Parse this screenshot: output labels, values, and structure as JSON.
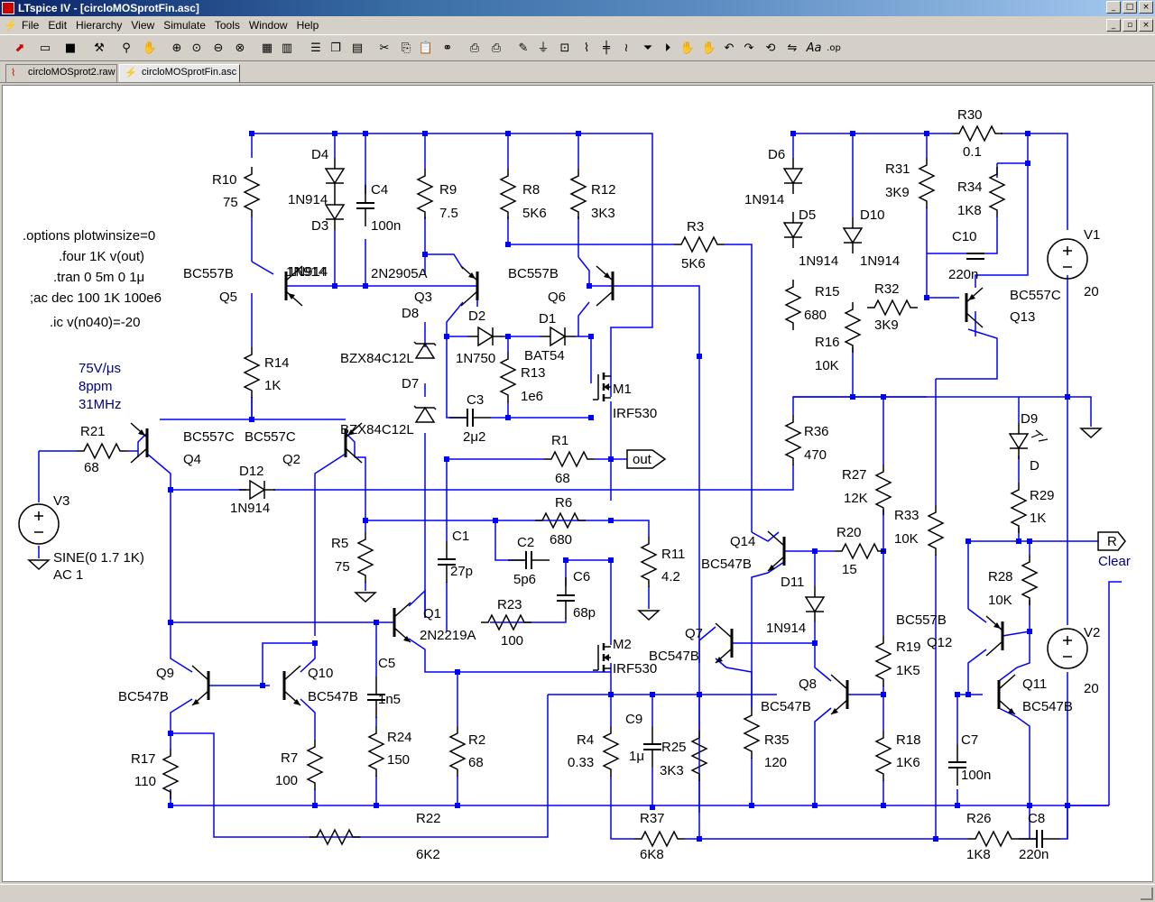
{
  "window": {
    "title": "LTspice IV - [circloMOSprotFin.asc]"
  },
  "menu": [
    "File",
    "Edit",
    "Hierarchy",
    "View",
    "Simulate",
    "Tools",
    "Window",
    "Help"
  ],
  "tabs": [
    {
      "label": "circloMOSprot2.raw",
      "icon": "waveform-icon"
    },
    {
      "label": "circloMOSprotFin.asc",
      "icon": "schematic-icon"
    }
  ],
  "colors": {
    "wire": "#0000ff",
    "component": "#000000",
    "junction": "#0000ff",
    "annotation": "#000080",
    "flag": "#000080"
  },
  "schematic": {
    "directives": [
      ".options plotwinsize=0",
      ".four 1K v(out)",
      ".tran 0 5m 0 1μ",
      ";ac dec 100 1K 100e6",
      ".ic v(n040)=-20"
    ],
    "notes": [
      "75V/μs",
      "8ppm",
      "31MHz"
    ],
    "flags": {
      "out": "out",
      "r": "R",
      "clear": "Clear"
    },
    "labels": {
      "R10": "R10",
      "R10v": "75",
      "D4": "D4",
      "D4v": "1N914",
      "D3": "D3",
      "D3v": "1N914",
      "C4": "C4",
      "C4v": "100n",
      "R9": "R9",
      "R9v": "7.5",
      "R8": "R8",
      "R8v": "5K6",
      "R12": "R12",
      "R12v": "3K3",
      "R3": "R3",
      "R3v": "5K6",
      "D6": "D6",
      "D6v": "1N914",
      "D5": "D5",
      "D5v": "1N914",
      "D10": "D10",
      "D10v": "1N914",
      "R30": "R30",
      "R30v": "0.1",
      "R31": "R31",
      "R31v": "3K9",
      "R34": "R34",
      "R34v": "1K8",
      "C10": "C10",
      "C10v": "220n",
      "V1": "V1",
      "V1v": "20",
      "Q5": "Q5",
      "Q5v": "BC557B",
      "Q3": "Q3",
      "Q3v": "2N2905A",
      "Q6": "Q6",
      "Q6v": "BC557B",
      "R15": "R15",
      "R15v": "680",
      "R32": "R32",
      "R32v": "3K9",
      "Q13": "Q13",
      "Q13v": "BC557C",
      "D8": "D8",
      "D8v": "BZX84C12L",
      "D2": "D2",
      "D2v": "1N750",
      "D1": "D1",
      "D1v": "BAT54",
      "R16": "R16",
      "R16v": "10K",
      "R14": "R14",
      "R14v": "1K",
      "R13": "R13",
      "R13v": "1e6",
      "M1": "M1",
      "M1v": "IRF530",
      "D7": "D7",
      "D7v": "BZX84C12L",
      "C3": "C3",
      "C3v": "2μ2",
      "R36": "R36",
      "R36v": "470",
      "D9": "D9",
      "D9v": "D",
      "R21": "R21",
      "R21v": "68",
      "Q4": "Q4",
      "Q4v": "BC557C",
      "Q2": "Q2",
      "Q2v": "BC557C",
      "R1": "R1",
      "R1v": "68",
      "R27": "R27",
      "R27v": "12K",
      "R29": "R29",
      "R29v": "1K",
      "V3": "V3",
      "V3v": "SINE(0 1.7 1K)",
      "V3ac": "AC 1",
      "D12": "D12",
      "D12v": "1N914",
      "R6": "R6",
      "R6v": "680",
      "R33": "R33",
      "R33v": "10K",
      "R5": "R5",
      "R5v": "75",
      "C1": "C1",
      "C1v": "27p",
      "C2": "C2",
      "C2v": "5p6",
      "R11": "R11",
      "R11v": "4.2",
      "Q14": "Q14",
      "Q14v": "BC547B",
      "R20": "R20",
      "R20v": "15",
      "C6": "C6",
      "C6v": "68p",
      "D11": "D11",
      "D11v": "1N914",
      "R28": "R28",
      "R28v": "10K",
      "Q1": "Q1",
      "Q1v": "2N2219A",
      "R23": "R23",
      "R23v": "100",
      "Q12": "Q12",
      "Q12v": "BC557B",
      "V2": "V2",
      "V2v": "20",
      "M2": "M2",
      "M2v": "IRF530",
      "Q7": "Q7",
      "Q7v": "BC547B",
      "R19": "R19",
      "R19v": "1K5",
      "C5": "C5",
      "C5v": "1n5",
      "Q9": "Q9",
      "Q9v": "BC547B",
      "Q10": "Q10",
      "Q10v": "BC547B",
      "Q8": "Q8",
      "Q8v": "BC547B",
      "Q11": "Q11",
      "Q11v": "BC547B",
      "R24": "R24",
      "R24v": "150",
      "R2": "R2",
      "R2v": "68",
      "R4": "R4",
      "R4v": "0.33",
      "C9": "C9",
      "C9v": "1μ",
      "R25": "R25",
      "R25v": "3K3",
      "R35": "R35",
      "R35v": "120",
      "R18": "R18",
      "R18v": "1K6",
      "C7": "C7",
      "C7v": "100n",
      "R17": "R17",
      "R17v": "110",
      "R7": "R7",
      "R7v": "100",
      "R22": "R22",
      "R22v": "6K2",
      "R37": "R37",
      "R37v": "6K8",
      "R26": "R26",
      "R26v": "1K8",
      "C8": "C8",
      "C8v": "220n"
    }
  }
}
